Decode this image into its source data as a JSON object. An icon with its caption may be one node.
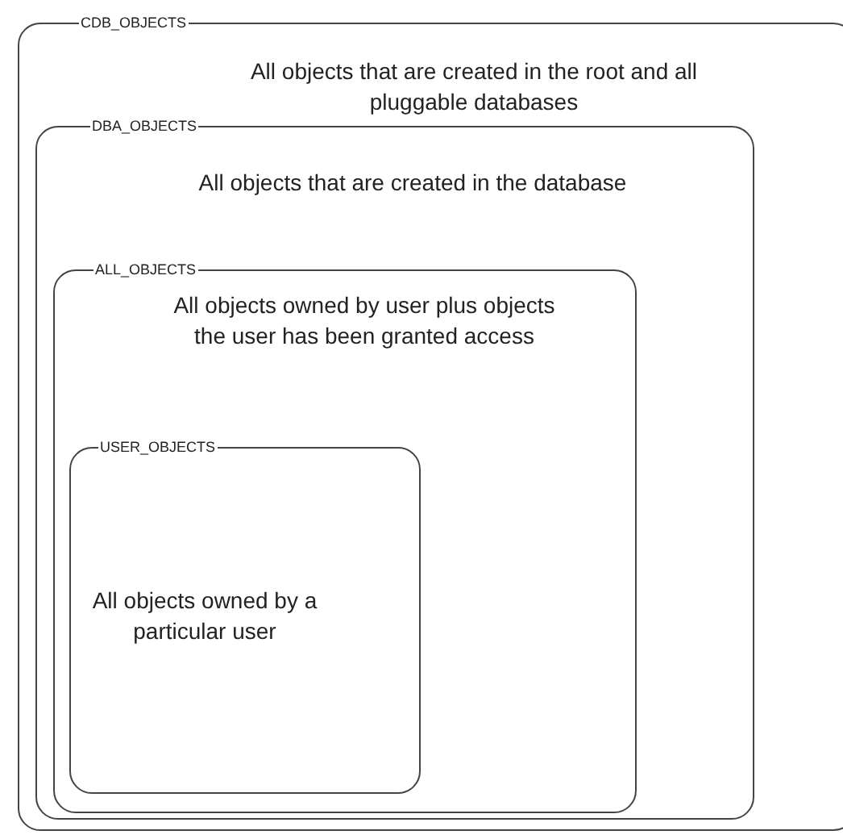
{
  "diagram": {
    "nodes": [
      {
        "text": [
          "CDB_OBJECTS",
          "All objects that are created in the root and all pluggable databases"
        ]
      },
      {
        "text": [
          "DBA_OBJECTS",
          "All objects that are created in the database"
        ],
        "in": 0
      },
      {
        "text": [
          "ALL_OBJECTS",
          "All objects owned by user plus objects the user has been granted access"
        ],
        "in": 1
      },
      {
        "text": [
          "USER_OBJECTS",
          "All objects owned by a particular user"
        ],
        "in": 2
      }
    ]
  }
}
